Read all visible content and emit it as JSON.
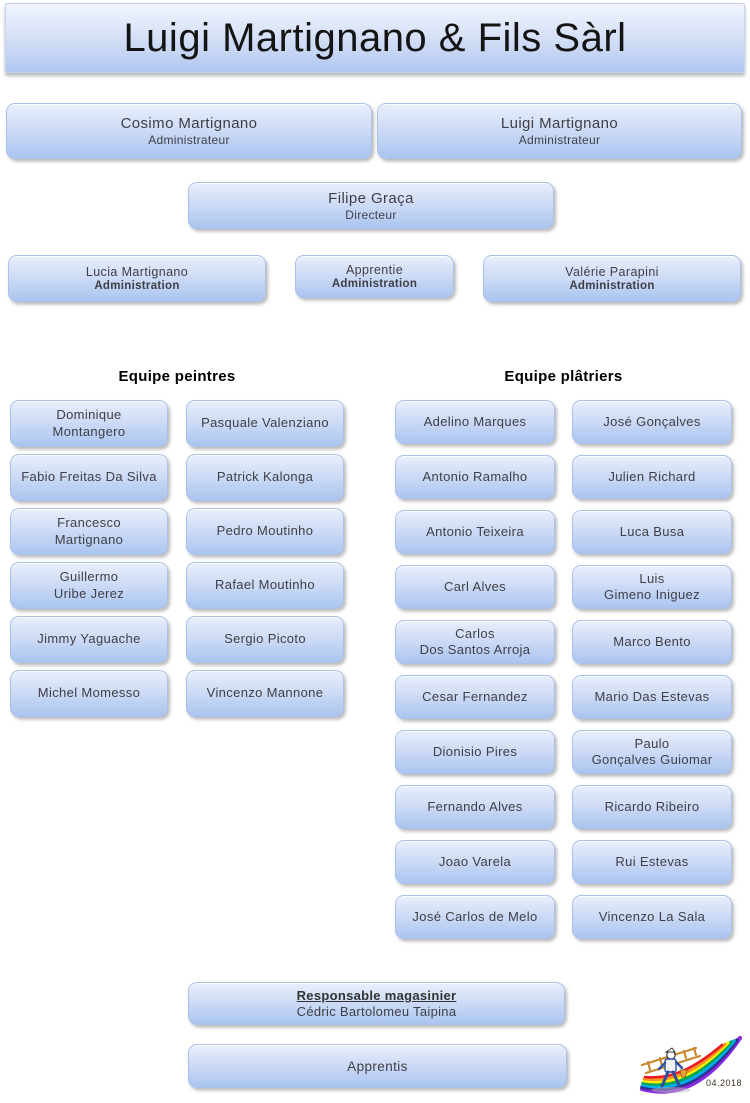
{
  "header": {
    "title": "Luigi Martignano & Fils Sàrl"
  },
  "colors": {
    "box_gradient_top": "#e9effb",
    "box_gradient_bottom": "#aac5f0",
    "box_border": "#a9c0e9",
    "text": "#3f3f46"
  },
  "administrators": [
    {
      "name": "Cosimo Martignano",
      "role": "Administrateur"
    },
    {
      "name": "Luigi Martignano",
      "role": "Administrateur"
    }
  ],
  "director": {
    "name": "Filipe Graça",
    "role": "Directeur"
  },
  "administration": [
    {
      "name": "Lucia Martignano",
      "role": "Administration"
    },
    {
      "name": "Apprentie",
      "role": "Administration"
    },
    {
      "name": "Valérie Parapini",
      "role": "Administration"
    }
  ],
  "teams": [
    {
      "title": "Equipe peintres",
      "columns": [
        [
          "Dominique\nMontangero",
          "Fabio Freitas Da Silva",
          "Francesco\nMartignano",
          "Guillermo\nUribe Jerez",
          "Jimmy Yaguache",
          "Michel Momesso"
        ],
        [
          "Pasquale Valenziano",
          "Patrick Kalonga",
          "Pedro Moutinho",
          "Rafael Moutinho",
          "Sergio Picoto",
          "Vincenzo Mannone"
        ]
      ]
    },
    {
      "title": "Equipe plâtriers",
      "columns": [
        [
          "Adelino Marques",
          "Antonio Ramalho",
          "Antonio Teixeira",
          "Carl Alves",
          "Carlos\nDos Santos Arroja",
          "Cesar Fernandez",
          "Dionisio Pires",
          "Fernando Alves",
          "Joao Varela",
          "José Carlos de Melo"
        ],
        [
          "José Gonçalves",
          "Julien Richard",
          "Luca Busa",
          "Luis\nGimeno Iniguez",
          "Marco Bento",
          "Mario Das Estevas",
          "Paulo\nGonçalves Guiomar",
          "Ricardo Ribeiro",
          "Rui Estevas",
          "Vincenzo La Sala"
        ]
      ]
    }
  ],
  "magasinier": {
    "title": "Responsable magasinier",
    "name": "Cédric Bartolomeu Taipina"
  },
  "apprentis_label": "Apprentis",
  "footer": {
    "date": "04.2018",
    "logo": "painter-with-ladder-on-rainbow"
  }
}
